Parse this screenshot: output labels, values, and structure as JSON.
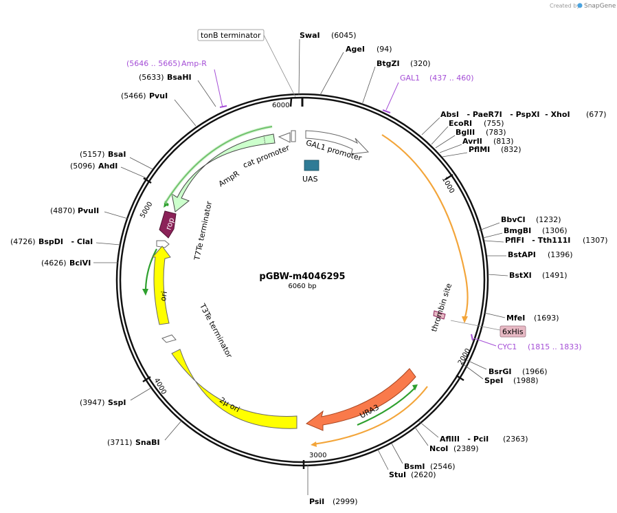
{
  "credit": {
    "prefix": "Created by",
    "brand": "SnapGene"
  },
  "plasmid": {
    "name": "pGBW-m4046295",
    "length": "6060 bp"
  },
  "colors": {
    "backbone": "#111111",
    "primer_label": "#a44dd6",
    "promoter_fill": "#ffffff",
    "ampr_fill": "#ccffcc",
    "rop_fill": "#8b2258",
    "ori_fill": "#ffff00",
    "ura3_fill": "#f97a4b",
    "uas_fill": "#2f7b96",
    "hexahis_fill": "#e7b9c4",
    "orange_primer": "#f3a53a",
    "green_primer": "#2ea02e"
  },
  "ticks": [
    "1000",
    "2000",
    "3000",
    "4000",
    "5000",
    "6000"
  ],
  "features": {
    "gal1_promoter": "GAL1 promoter",
    "uas": "UAS",
    "ampr_promoter": "AmpR",
    "cat_promoter": "cat promoter",
    "rop": "rop",
    "t7te": "T7Te terminator",
    "ori": "ori",
    "t3te": "T3Te terminator",
    "two_micron": "2μ ori",
    "ura3": "URA3",
    "thrombin": "thrombin site",
    "hexahis": "6xHis",
    "tonb": "tonB terminator"
  },
  "primers": {
    "ampr": {
      "range": "(5646 .. 5665)",
      "name": "Amp-R"
    },
    "gal1": {
      "name": "GAL1",
      "range": "(437 .. 460)"
    },
    "cyc1": {
      "name": "CYC1",
      "range": "(1815 .. 1833)"
    }
  },
  "sites_right": [
    {
      "name": "SwaI",
      "pos": "(6045)"
    },
    {
      "name": "AgeI",
      "pos": "(94)"
    },
    {
      "name": "BtgZI",
      "pos": "(320)"
    },
    {
      "name": "AbsI   - PaeR7I   - PspXI  - XhoI",
      "pos": "(677)"
    },
    {
      "name": "EcoRI",
      "pos": "(755)"
    },
    {
      "name": "BglII",
      "pos": "(783)"
    },
    {
      "name": "AvrII",
      "pos": "(813)"
    },
    {
      "name": "PflMI",
      "pos": "(832)"
    },
    {
      "name": "BbvCI",
      "pos": "(1232)"
    },
    {
      "name": "BmgBI",
      "pos": "(1306)"
    },
    {
      "name": "PflFI   - Tth111I",
      "pos": "(1307)"
    },
    {
      "name": "BstAPI",
      "pos": "(1396)"
    },
    {
      "name": "BstXI",
      "pos": "(1491)"
    },
    {
      "name": "MfeI",
      "pos": "(1693)"
    },
    {
      "name": "BsrGI",
      "pos": "(1966)"
    },
    {
      "name": "SpeI",
      "pos": "(1988)"
    },
    {
      "name": "AflIII   - PciI",
      "pos": "(2363)"
    },
    {
      "name": "NcoI",
      "pos": "(2389)"
    },
    {
      "name": "BsmI",
      "pos": "(2546)"
    },
    {
      "name": "StuI",
      "pos": "(2620)"
    },
    {
      "name": "PsiI",
      "pos": "(2999)"
    }
  ],
  "sites_left": [
    {
      "pos": "(5633)",
      "name": "BsaHI"
    },
    {
      "pos": "(5466)",
      "name": "PvuI"
    },
    {
      "pos": "(5157)",
      "name": "BsaI"
    },
    {
      "pos": "(5096)",
      "name": "AhdI"
    },
    {
      "pos": "(4870)",
      "name": "PvuII"
    },
    {
      "pos": "(4726)",
      "name": "BspDI   - ClaI"
    },
    {
      "pos": "(4626)",
      "name": "BciVI"
    },
    {
      "pos": "(3947)",
      "name": "SspI"
    },
    {
      "pos": "(3711)",
      "name": "SnaBI"
    }
  ]
}
